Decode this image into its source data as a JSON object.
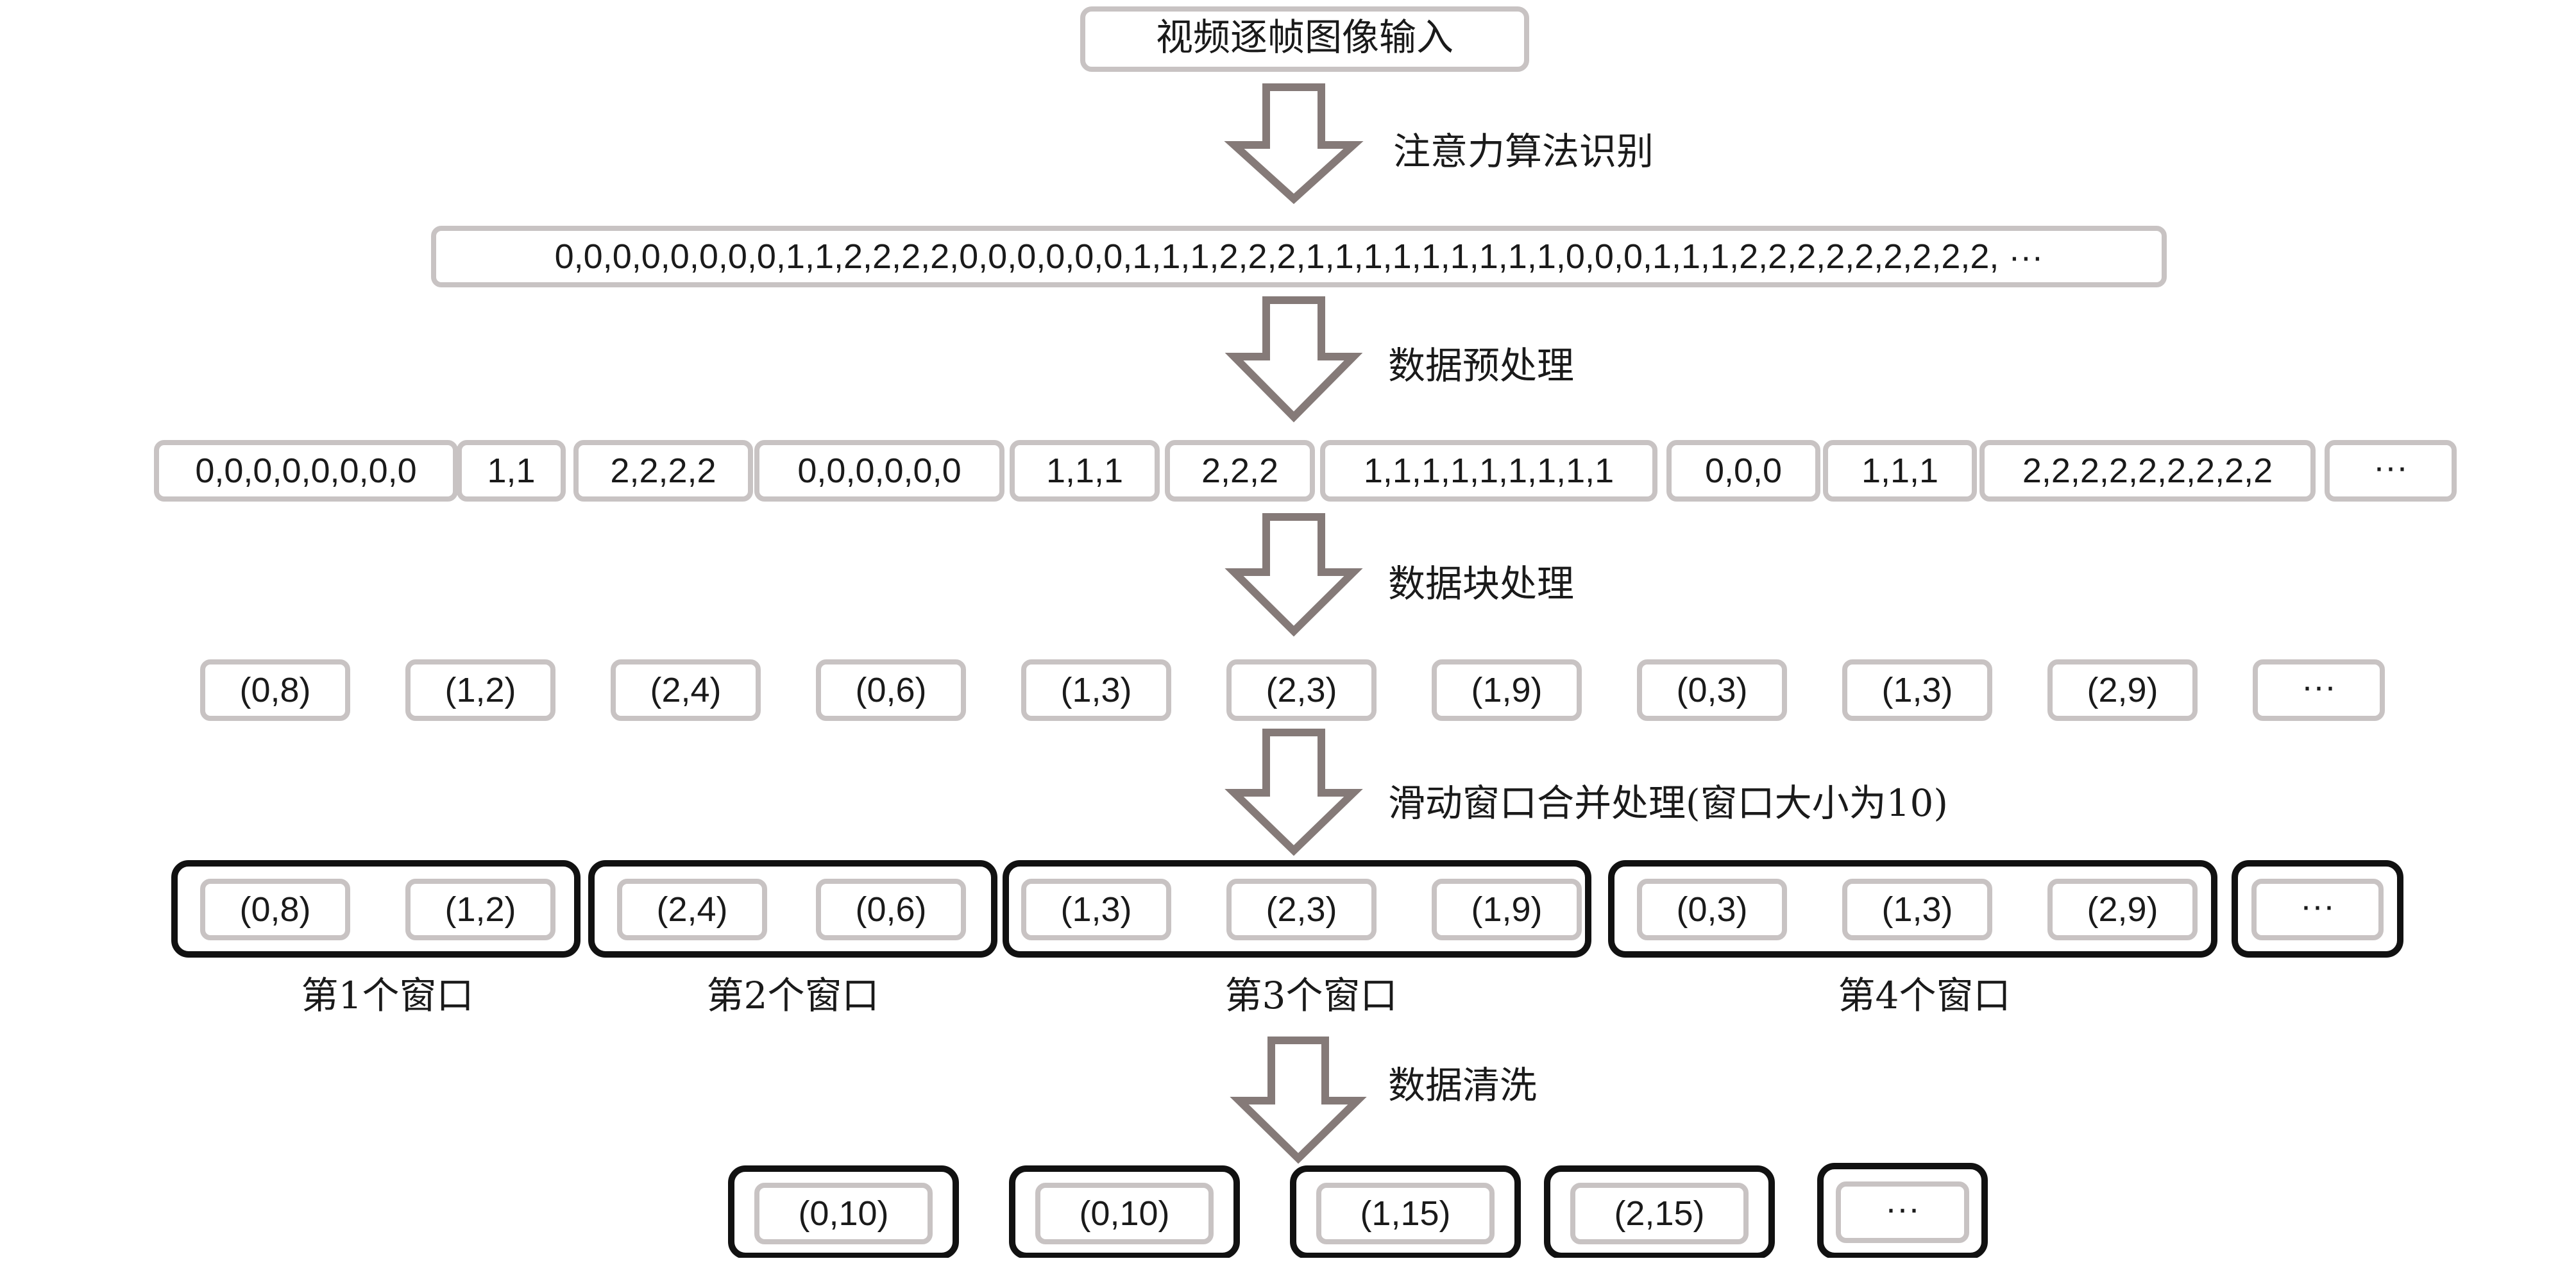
{
  "colors": {
    "box_border": "#c8c3c3",
    "window_border": "#111111",
    "arrow_fill": "#ffffff",
    "arrow_stroke": "#857a78",
    "text": "#1a1a1a"
  },
  "input_box": {
    "label": "视频逐帧图像输入"
  },
  "steps": [
    {
      "label": "注意力算法识别"
    },
    {
      "label": "数据预处理"
    },
    {
      "label": "数据块处理"
    },
    {
      "label": "滑动窗口合并处理(窗口大小为10)"
    },
    {
      "label": "数据清洗"
    }
  ],
  "sequence": {
    "text": "0,0,0,0,0,0,0,0,1,1,2,2,2,2,0,0,0,0,0,0,1,1,1,2,2,2,1,1,1,1,1,1,1,1,1,0,0,0,1,1,1,2,2,2,2,2,2,2,2,2, ···"
  },
  "segments": [
    "0,0,0,0,0,0,0,0",
    "1,1",
    "2,2,2,2",
    "0,0,0,0,0,0",
    "1,1,1",
    "2,2,2",
    "1,1,1,1,1,1,1,1,1",
    "0,0,0",
    "1,1,1",
    "2,2,2,2,2,2,2,2,2",
    "···"
  ],
  "blocks": [
    "(0,8)",
    "(1,2)",
    "(2,4)",
    "(0,6)",
    "(1,3)",
    "(2,3)",
    "(1,9)",
    "(0,3)",
    "(1,3)",
    "(2,9)",
    "···"
  ],
  "windows": [
    {
      "label": "第1个窗口",
      "items": [
        "(0,8)",
        "(1,2)"
      ]
    },
    {
      "label": "第2个窗口",
      "items": [
        "(2,4)",
        "(0,6)"
      ]
    },
    {
      "label": "第3个窗口",
      "items": [
        "(1,3)",
        "(2,3)",
        "(1,9)"
      ]
    },
    {
      "label": "第4个窗口",
      "items": [
        "(0,3)",
        "(1,3)",
        "(2,9)"
      ]
    },
    {
      "label": "",
      "items": [
        "···"
      ]
    }
  ],
  "cleaned": [
    "(0,10)",
    "(0,10)",
    "(1,15)",
    "(2,15)",
    "···"
  ]
}
